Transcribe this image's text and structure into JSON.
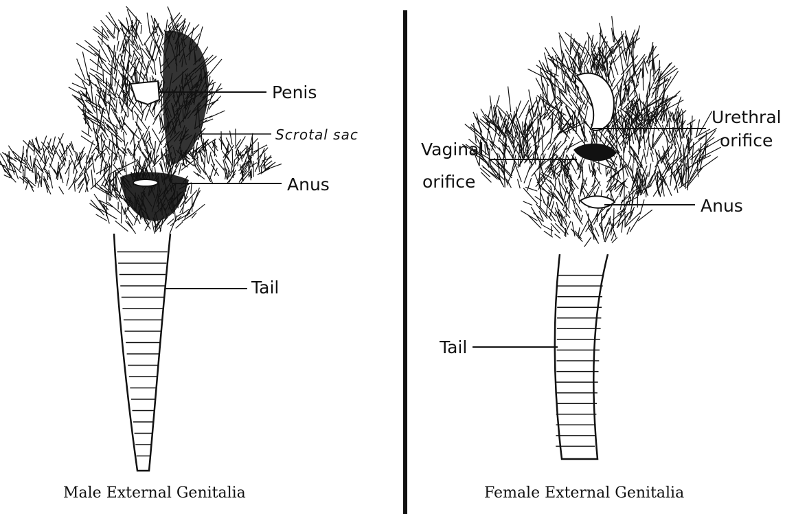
{
  "male": {
    "labels": {
      "penis": "Penis",
      "scrotal_sac": "Scrotal sac",
      "anus": "Anus",
      "tail": "Tail"
    },
    "caption": "Male External Genitalia"
  },
  "female": {
    "labels": {
      "urethral_orifice_line1": "Urethral",
      "urethral_orifice_line2": "orifice",
      "vaginal_orifice_line1": "Vaginal",
      "vaginal_orifice_line2": "orifice",
      "anus": "Anus",
      "tail": "Tail"
    },
    "caption": "Female External Genitalia"
  },
  "colors": {
    "ink": "#111111",
    "background": "#ffffff"
  }
}
